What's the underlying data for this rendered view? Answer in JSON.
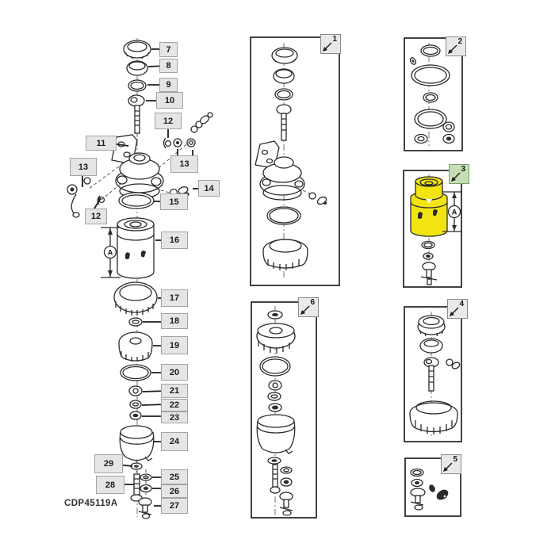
{
  "figure_code": "CDP45119A",
  "dimension_label": "A",
  "panels": [
    {
      "number": "1",
      "highlighted": false
    },
    {
      "number": "2",
      "highlighted": false
    },
    {
      "number": "3",
      "highlighted": true
    },
    {
      "number": "4",
      "highlighted": false
    },
    {
      "number": "5",
      "highlighted": false
    },
    {
      "number": "6",
      "highlighted": false
    }
  ],
  "callouts": [
    {
      "label": "7"
    },
    {
      "label": "8"
    },
    {
      "label": "9"
    },
    {
      "label": "10"
    },
    {
      "label": "12"
    },
    {
      "label": "11"
    },
    {
      "label": "13"
    },
    {
      "label": "13"
    },
    {
      "label": "14"
    },
    {
      "label": "15"
    },
    {
      "label": "12"
    },
    {
      "label": "16"
    },
    {
      "label": "17"
    },
    {
      "label": "18"
    },
    {
      "label": "19"
    },
    {
      "label": "20"
    },
    {
      "label": "21"
    },
    {
      "label": "22"
    },
    {
      "label": "23"
    },
    {
      "label": "24"
    },
    {
      "label": "29"
    },
    {
      "label": "25"
    },
    {
      "label": "28"
    },
    {
      "label": "26"
    },
    {
      "label": "27"
    }
  ],
  "colors": {
    "highlight_part_fill": "#f2e412",
    "highlight_label_bg": "#c6deb8",
    "highlight_label_border": "#76a263",
    "callout_bg": "#e5e5e5",
    "callout_border": "#a3a3a3",
    "line_art": "#2b2b2b"
  }
}
